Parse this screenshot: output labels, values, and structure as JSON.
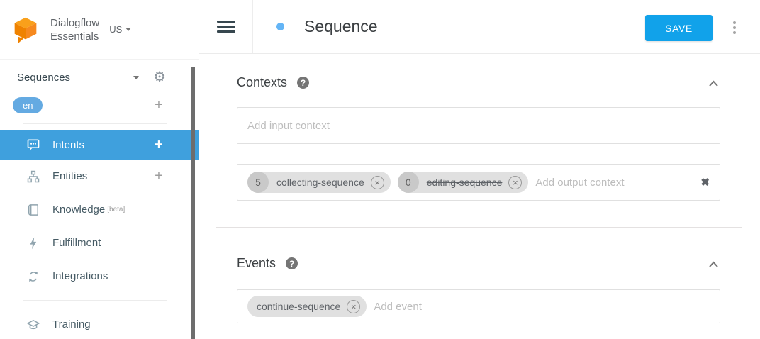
{
  "brand": {
    "name_line1": "Dialogflow",
    "name_line2": "Essentials",
    "region": "US"
  },
  "sidebar": {
    "agent_name": "Sequences",
    "language": "en",
    "add_language": "+",
    "items": {
      "intents": {
        "label": "Intents",
        "add": "+"
      },
      "entities": {
        "label": "Entities",
        "add": "+"
      },
      "knowledge": {
        "label": "Knowledge",
        "beta": "[beta]"
      },
      "fulfillment": {
        "label": "Fulfillment"
      },
      "integrations": {
        "label": "Integrations"
      },
      "training": {
        "label": "Training"
      }
    }
  },
  "header": {
    "title": "Sequence",
    "save_label": "SAVE"
  },
  "contexts": {
    "title": "Contexts",
    "input_placeholder": "Add input context",
    "output_placeholder": "Add output context",
    "output_chips": [
      {
        "lifespan": "5",
        "label": "collecting-sequence"
      },
      {
        "lifespan": "0",
        "label": "editing-sequence"
      }
    ]
  },
  "events": {
    "title": "Events",
    "placeholder": "Add event",
    "chips": [
      {
        "label": "continue-sequence"
      }
    ]
  },
  "icons": {
    "help": "?",
    "gear": "⚙",
    "chip_remove": "×",
    "clear": "✖"
  },
  "colors": {
    "accent_blue": "#3fa0dd",
    "save_blue": "#11a2ea",
    "language_badge": "#64aae2",
    "title_dot": "#64b5f6"
  }
}
